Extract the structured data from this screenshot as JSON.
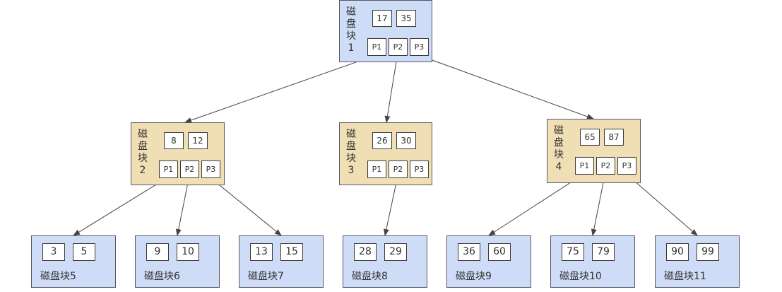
{
  "colors": {
    "root_fill": "#cfdcf7",
    "inner_fill": "#f0dfb4",
    "leaf_fill": "#cfdcf7",
    "edge": "#444444"
  },
  "root": {
    "label": "磁\n盘\n块\n1",
    "keys": [
      "17",
      "35"
    ],
    "pointers": [
      "P1",
      "P2",
      "P3"
    ]
  },
  "inner": [
    {
      "label": "磁\n盘\n块\n2",
      "keys": [
        "8",
        "12"
      ],
      "pointers": [
        "P1",
        "P2",
        "P3"
      ]
    },
    {
      "label": "磁\n盘\n块\n3",
      "keys": [
        "26",
        "30"
      ],
      "pointers": [
        "P1",
        "P2",
        "P3"
      ]
    },
    {
      "label": "磁\n盘\n块\n4",
      "keys": [
        "65",
        "87"
      ],
      "pointers": [
        "P1",
        "P2",
        "P3"
      ]
    }
  ],
  "leaves": [
    {
      "label": "磁盘块5",
      "keys": [
        "3",
        "5"
      ]
    },
    {
      "label": "磁盘块6",
      "keys": [
        "9",
        "10"
      ]
    },
    {
      "label": "磁盘块7",
      "keys": [
        "13",
        "15"
      ]
    },
    {
      "label": "磁盘块8",
      "keys": [
        "28",
        "29"
      ]
    },
    {
      "label": "磁盘块9",
      "keys": [
        "36",
        "60"
      ]
    },
    {
      "label": "磁盘块10",
      "keys": [
        "75",
        "79"
      ]
    },
    {
      "label": "磁盘块11",
      "keys": [
        "90",
        "99"
      ]
    }
  ]
}
